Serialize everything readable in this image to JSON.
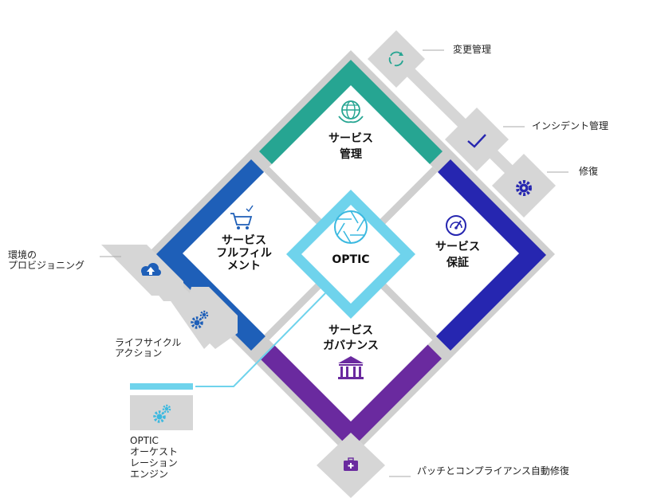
{
  "colors": {
    "management": "#26a592",
    "assurance": "#2626b0",
    "governance": "#6a2a9f",
    "fulfillment": "#1e5fb8",
    "core": "#6fd3ec",
    "gray": "#d6d6d6",
    "track": "#cfcfcf",
    "icon_blue": "#1e5fb8",
    "icon_teal": "#26a592",
    "icon_purple": "#6a2a9f"
  },
  "core": {
    "label": "OPTIC"
  },
  "quadrants": {
    "management": {
      "line1": "サービス",
      "line2": "管理"
    },
    "assurance": {
      "line1": "サービス",
      "line2": "保証"
    },
    "governance": {
      "line1": "サービス",
      "line2": "ガバナンス"
    },
    "fulfillment": {
      "line1": "サービス",
      "line2": "フルフィル",
      "line3": "メント"
    }
  },
  "labels": {
    "change": "変更管理",
    "incident": "インシデント管理",
    "repair": "修復",
    "provision1": "環境の",
    "provision2": "プロビジョニング",
    "lifecycle1": "ライフサイクル",
    "lifecycle2": "アクション",
    "orch1": "OPTIC",
    "orch2": "オーケスト",
    "orch3": "レーション",
    "orch4": "エンジン",
    "patch": "パッチとコンプライアンス自動修復"
  }
}
